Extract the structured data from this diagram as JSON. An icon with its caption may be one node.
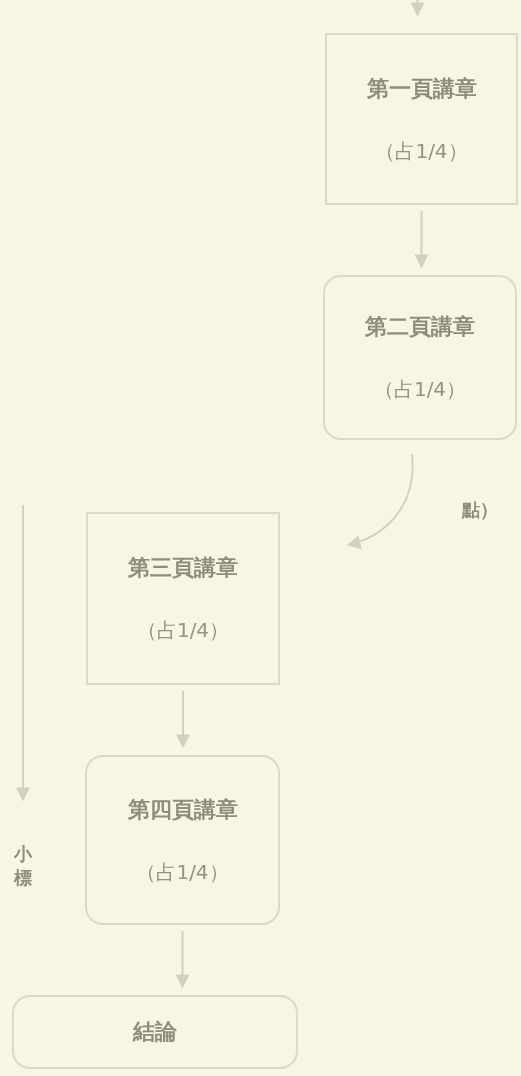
{
  "diagram": {
    "nodes": [
      {
        "text": [
          "第一頁講章",
          "（占1/4）"
        ]
      },
      {
        "text": [
          "第二頁講章",
          "（占1/4）"
        ]
      },
      {
        "text": [
          "第三頁講章",
          "（占1/4）"
        ]
      },
      {
        "text": [
          "第四頁講章",
          "（占1/4）"
        ]
      },
      {
        "text": [
          "結論"
        ]
      }
    ],
    "edges": [
      {
        "from": null,
        "to": 0,
        "arrow": "to"
      },
      {
        "from": 0,
        "to": 1,
        "arrow": "to"
      },
      {
        "from": 1,
        "to": 2,
        "arrow": "to"
      },
      {
        "from": 2,
        "to": 3,
        "arrow": "to"
      },
      {
        "from": 3,
        "to": 4,
        "arrow": "to"
      }
    ],
    "labels": [
      "點）",
      "小標"
    ]
  }
}
